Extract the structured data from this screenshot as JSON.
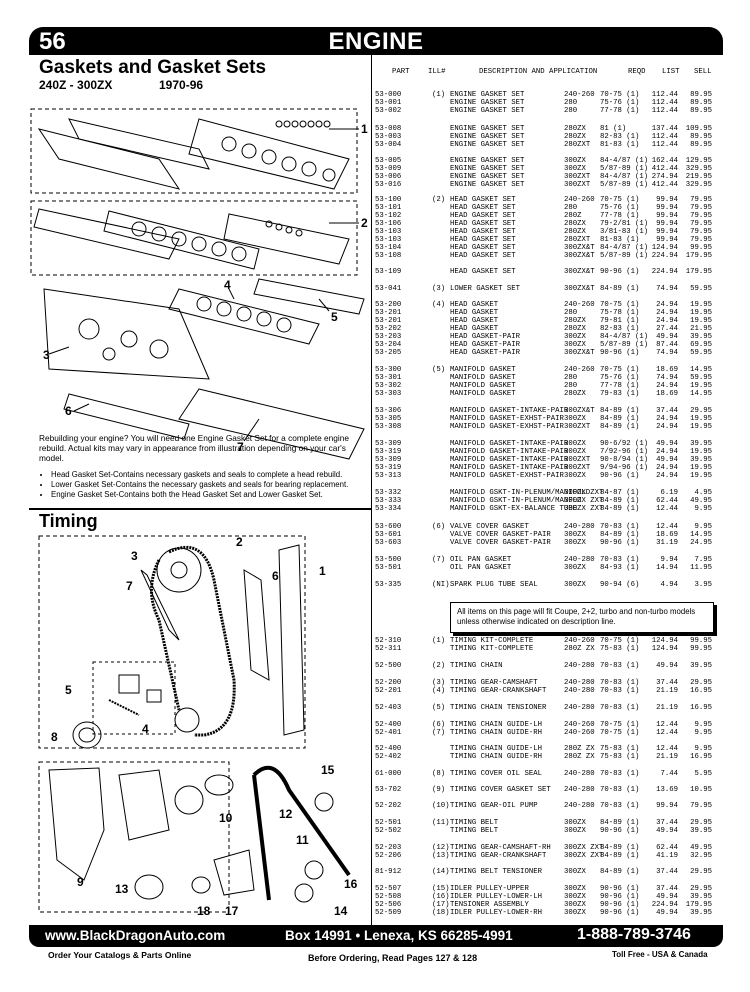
{
  "header": {
    "page_number": "56",
    "section": "ENGINE"
  },
  "gaskets": {
    "title": "Gaskets and Gasket Sets",
    "models": "240Z - 300ZX",
    "years": "1970-96",
    "callouts": [
      "1",
      "2",
      "3",
      "4",
      "5",
      "6",
      "7"
    ],
    "intro": "Rebuilding your engine? You will need one Engine Gasket Set for a complete engine rebuild. Actual kits may vary in appearance from illustration depending on your car's model.",
    "bullets": [
      "Head Gasket Set-Contains necessary gaskets and seals to complete a head rebuild.",
      "Lower Gasket Set-Contains the necessary gaskets and seals for bearing replacement.",
      "Engine Gasket Set-Contains both the Head Gasket Set and Lower Gasket Set."
    ]
  },
  "timing": {
    "title": "Timing",
    "callouts": [
      "1",
      "2",
      "3",
      "4",
      "5",
      "6",
      "7",
      "8",
      "9",
      "10",
      "11",
      "12",
      "13",
      "14",
      "15",
      "16",
      "17",
      "18"
    ]
  },
  "table": {
    "headers": {
      "part": "PART",
      "ill": "ILL#",
      "desc": "DESCRIPTION AND APPLICATION",
      "req": "REQD",
      "list": "LIST",
      "sell": "SELL"
    },
    "rows": [
      {
        "part": "53-000",
        "ill": "(1)",
        "desc": "ENGINE GASKET SET",
        "app": "240-260",
        "req": "70-75 (1)",
        "list": "112.44",
        "sell": "89.95"
      },
      {
        "part": "53-001",
        "ill": "",
        "desc": "ENGINE GASKET SET",
        "app": "280",
        "req": "75-76 (1)",
        "list": "112.44",
        "sell": "89.95"
      },
      {
        "part": "53-002",
        "ill": "",
        "desc": "ENGINE GASKET SET",
        "app": "280",
        "req": "77-78 (1)",
        "list": "112.44",
        "sell": "89.95"
      },
      {
        "part": "53-008",
        "ill": "",
        "desc": "ENGINE GASKET SET",
        "app": "280ZX",
        "req": "81 (1)",
        "list": "137.44",
        "sell": "109.95"
      },
      {
        "part": "53-003",
        "ill": "",
        "desc": "ENGINE GASKET SET",
        "app": "280ZX",
        "req": "82-83 (1)",
        "list": "112.44",
        "sell": "89.95"
      },
      {
        "part": "53-004",
        "ill": "",
        "desc": "ENGINE GASKET SET",
        "app": "280ZXT",
        "req": "81-83 (1)",
        "list": "112.44",
        "sell": "89.95"
      },
      {
        "part": "53-005",
        "ill": "",
        "desc": "ENGINE GASKET SET",
        "app": "300ZX",
        "req": "84-4/87 (1)",
        "list": "162.44",
        "sell": "129.95"
      },
      {
        "part": "53-009",
        "ill": "",
        "desc": "ENGINE GASKET SET",
        "app": "300ZX",
        "req": "5/87-89 (1)",
        "list": "412.44",
        "sell": "329.95"
      },
      {
        "part": "53-006",
        "ill": "",
        "desc": "ENGINE GASKET SET",
        "app": "300ZXT",
        "req": "84-4/87 (1)",
        "list": "274.94",
        "sell": "219.95"
      },
      {
        "part": "53-016",
        "ill": "",
        "desc": "ENGINE GASKET SET",
        "app": "300ZXT",
        "req": "5/87-89 (1)",
        "list": "412.44",
        "sell": "329.95"
      },
      {
        "part": "53-100",
        "ill": "(2)",
        "desc": "HEAD GASKET SET",
        "app": "240-260",
        "req": "70-75 (1)",
        "list": "99.94",
        "sell": "79.95"
      },
      {
        "part": "53-101",
        "ill": "",
        "desc": "HEAD GASKET SET",
        "app": "280",
        "req": "75-76 (1)",
        "list": "99.94",
        "sell": "79.95"
      },
      {
        "part": "53-102",
        "ill": "",
        "desc": "HEAD GASKET SET",
        "app": "280Z",
        "req": "77-78 (1)",
        "list": "99.94",
        "sell": "79.95"
      },
      {
        "part": "53-106",
        "ill": "",
        "desc": "HEAD GASKET SET",
        "app": "280ZX",
        "req": "79-2/81 (1)",
        "list": "99.94",
        "sell": "79.95"
      },
      {
        "part": "53-103",
        "ill": "",
        "desc": "HEAD GASKET SET",
        "app": "280ZX",
        "req": "3/81-83 (1)",
        "list": "99.94",
        "sell": "79.95"
      },
      {
        "part": "53-103",
        "ill": "",
        "desc": "HEAD GASKET SET",
        "app": "280ZXT",
        "req": "81-83 (1)",
        "list": "99.94",
        "sell": "79.95"
      },
      {
        "part": "53-104",
        "ill": "",
        "desc": "HEAD GASKET SET",
        "app": "300ZX&T",
        "req": "84-4/87 (1)",
        "list": "124.94",
        "sell": "99.95"
      },
      {
        "part": "53-108",
        "ill": "",
        "desc": "HEAD GASKET SET",
        "app": "300ZX&T",
        "req": "5/87-89 (1)",
        "list": "224.94",
        "sell": "179.95"
      },
      {
        "part": "53-109",
        "ill": "",
        "desc": "HEAD GASKET SET",
        "app": "300ZX&T",
        "req": "90-96 (1)",
        "list": "224.94",
        "sell": "179.95"
      },
      {
        "part": "53-041",
        "ill": "(3)",
        "desc": "LOWER GASKET SET",
        "app": "300ZX&T",
        "req": "84-89 (1)",
        "list": "74.94",
        "sell": "59.95"
      },
      {
        "part": "53-200",
        "ill": "(4)",
        "desc": "HEAD GASKET",
        "app": "240-260",
        "req": "70-75 (1)",
        "list": "24.94",
        "sell": "19.95"
      },
      {
        "part": "53-201",
        "ill": "",
        "desc": "HEAD GASKET",
        "app": "280",
        "req": "75-78 (1)",
        "list": "24.94",
        "sell": "19.95"
      },
      {
        "part": "53-201",
        "ill": "",
        "desc": "HEAD GASKET",
        "app": "280ZX",
        "req": "79-81 (1)",
        "list": "24.94",
        "sell": "19.95"
      },
      {
        "part": "53-202",
        "ill": "",
        "desc": "HEAD GASKET",
        "app": "280ZX",
        "req": "82-83 (1)",
        "list": "27.44",
        "sell": "21.95"
      },
      {
        "part": "53-203",
        "ill": "",
        "desc": "HEAD GASKET-PAIR",
        "app": "300ZX",
        "req": "84-4/87 (1)",
        "list": "49.94",
        "sell": "39.95"
      },
      {
        "part": "53-204",
        "ill": "",
        "desc": "HEAD GASKET-PAIR",
        "app": "300ZX",
        "req": "5/87-89 (1)",
        "list": "87.44",
        "sell": "69.95"
      },
      {
        "part": "53-205",
        "ill": "",
        "desc": "HEAD GASKET-PAIR",
        "app": "300ZX&T",
        "req": "90-96 (1)",
        "list": "74.94",
        "sell": "59.95"
      },
      {
        "part": "53-300",
        "ill": "(5)",
        "desc": "MANIFOLD GASKET",
        "app": "240-260",
        "req": "70-75 (1)",
        "list": "18.69",
        "sell": "14.95"
      },
      {
        "part": "53-301",
        "ill": "",
        "desc": "MANIFOLD GASKET",
        "app": "280",
        "req": "75-76 (1)",
        "list": "74.94",
        "sell": "59.95"
      },
      {
        "part": "53-302",
        "ill": "",
        "desc": "MANIFOLD GASKET",
        "app": "280",
        "req": "77-78 (1)",
        "list": "24.94",
        "sell": "19.95"
      },
      {
        "part": "53-303",
        "ill": "",
        "desc": "MANIFOLD GASKET",
        "app": "280ZX",
        "req": "79-83 (1)",
        "list": "18.69",
        "sell": "14.95"
      },
      {
        "part": "53-306",
        "ill": "",
        "desc": "MANIFOLD GASKET-INTAKE-PAIR",
        "app": "300ZX&T",
        "req": "84-89 (1)",
        "list": "37.44",
        "sell": "29.95"
      },
      {
        "part": "53-305",
        "ill": "",
        "desc": "MANIFOLD GASKET-EXHST-PAIR",
        "app": "300ZX",
        "req": "84-89 (1)",
        "list": "24.94",
        "sell": "19.95"
      },
      {
        "part": "53-308",
        "ill": "",
        "desc": "MANIFOLD GASKET-EXHST-PAIR",
        "app": "300ZXT",
        "req": "84-89 (1)",
        "list": "24.94",
        "sell": "19.95"
      },
      {
        "part": "53-309",
        "ill": "",
        "desc": "MANIFOLD GASKET-INTAKE-PAIR",
        "app": "300ZX",
        "req": "90-6/92 (1)",
        "list": "49.94",
        "sell": "39.95"
      },
      {
        "part": "53-319",
        "ill": "",
        "desc": "MANIFOLD GASKET-INTAKE-PAIR",
        "app": "300ZX",
        "req": "7/92-96 (1)",
        "list": "24.94",
        "sell": "19.95"
      },
      {
        "part": "53-309",
        "ill": "",
        "desc": "MANIFOLD GASKET-INTAKE-PAIR",
        "app": "300ZXT",
        "req": "90-8/94 (1)",
        "list": "49.94",
        "sell": "39.95"
      },
      {
        "part": "53-319",
        "ill": "",
        "desc": "MANIFOLD GASKET-INTAKE-PAIR",
        "app": "300ZXT",
        "req": "9/94-96 (1)",
        "list": "24.94",
        "sell": "19.95"
      },
      {
        "part": "53-313",
        "ill": "",
        "desc": "MANIFOLD GASKET-EXHST-PAIR",
        "app": "300ZX",
        "req": "90-96 (1)",
        "list": "24.94",
        "sell": "19.95"
      },
      {
        "part": "53-332",
        "ill": "",
        "desc": "MANIFOLD GSKT-IN-PLENUM/MANIFOLD",
        "app": "300ZX ZXT",
        "req": "84-87 (1)",
        "list": "6.19",
        "sell": "4.95"
      },
      {
        "part": "53-333",
        "ill": "",
        "desc": "MANIFOLD GSKT-IN-PLENUM/MANFLD",
        "app": "300ZX ZXT",
        "req": "84-89 (1)",
        "list": "62.44",
        "sell": "49.95"
      },
      {
        "part": "53-334",
        "ill": "",
        "desc": "MANIFOLD GSKT-EX-BALANCE TUBE",
        "app": "300ZX ZXT",
        "req": "84-89 (1)",
        "list": "12.44",
        "sell": "9.95"
      },
      {
        "part": "53-600",
        "ill": "(6)",
        "desc": "VALVE COVER GASKET",
        "app": "240-280",
        "req": "70-83 (1)",
        "list": "12.44",
        "sell": "9.95"
      },
      {
        "part": "53-601",
        "ill": "",
        "desc": "VALVE COVER GASKET-PAIR",
        "app": "300ZX",
        "req": "84-89 (1)",
        "list": "18.69",
        "sell": "14.95"
      },
      {
        "part": "53-603",
        "ill": "",
        "desc": "VALVE COVER GASKET-PAIR",
        "app": "300ZX",
        "req": "90-96 (1)",
        "list": "31.19",
        "sell": "24.95"
      },
      {
        "part": "53-500",
        "ill": "(7)",
        "desc": "OIL PAN GASKET",
        "app": "240-280",
        "req": "70-83 (1)",
        "list": "9.94",
        "sell": "7.95"
      },
      {
        "part": "53-501",
        "ill": "",
        "desc": "OIL PAN GASKET",
        "app": "300ZX",
        "req": "84-93 (1)",
        "list": "14.94",
        "sell": "11.95"
      },
      {
        "part": "53-335",
        "ill": "(NI)",
        "desc": "SPARK PLUG TUBE SEAL",
        "app": "300ZX",
        "req": "90-94 (6)",
        "list": "4.94",
        "sell": "3.95"
      },
      {
        "part": "52-310",
        "ill": "(1)",
        "desc": "TIMING KIT-COMPLETE",
        "app": "240-260",
        "req": "70-75 (1)",
        "list": "124.94",
        "sell": "99.95"
      },
      {
        "part": "52-311",
        "ill": "",
        "desc": "TIMING KIT-COMPLETE",
        "app": "280Z ZX",
        "req": "75-83 (1)",
        "list": "124.94",
        "sell": "99.95"
      },
      {
        "part": "52-500",
        "ill": "(2)",
        "desc": "TIMING CHAIN",
        "app": "240-280",
        "req": "70-83 (1)",
        "list": "49.94",
        "sell": "39.95"
      },
      {
        "part": "52-200",
        "ill": "(3)",
        "desc": "TIMING GEAR-CAMSHAFT",
        "app": "240-280",
        "req": "70-83 (1)",
        "list": "37.44",
        "sell": "29.95"
      },
      {
        "part": "52-201",
        "ill": "(4)",
        "desc": "TIMING GEAR-CRANKSHAFT",
        "app": "240-280",
        "req": "70-83 (1)",
        "list": "21.19",
        "sell": "16.95"
      },
      {
        "part": "52-403",
        "ill": "(5)",
        "desc": "TIMING CHAIN TENSIONER",
        "app": "240-280",
        "req": "70-83 (1)",
        "list": "21.19",
        "sell": "16.95"
      },
      {
        "part": "52-400",
        "ill": "(6)",
        "desc": "TIMING CHAIN GUIDE-LH",
        "app": "240-260",
        "req": "70-75 (1)",
        "list": "12.44",
        "sell": "9.95"
      },
      {
        "part": "52-401",
        "ill": "(7)",
        "desc": "TIMING CHAIN GUIDE-RH",
        "app": "240-260",
        "req": "70-75 (1)",
        "list": "12.44",
        "sell": "9.95"
      },
      {
        "part": "52-400",
        "ill": "",
        "desc": "TIMING CHAIN GUIDE-LH",
        "app": "280Z ZX",
        "req": "75-83 (1)",
        "list": "12.44",
        "sell": "9.95"
      },
      {
        "part": "52-402",
        "ill": "",
        "desc": "TIMING CHAIN GUIDE-RH",
        "app": "280Z ZX",
        "req": "75-83 (1)",
        "list": "21.19",
        "sell": "16.95"
      },
      {
        "part": "61-000",
        "ill": "(8)",
        "desc": "TIMING COVER OIL SEAL",
        "app": "240-280",
        "req": "70-83 (1)",
        "list": "7.44",
        "sell": "5.95"
      },
      {
        "part": "53-702",
        "ill": "(9)",
        "desc": "TIMING COVER GASKET SET",
        "app": "240-280",
        "req": "70-83 (1)",
        "list": "13.69",
        "sell": "10.95"
      },
      {
        "part": "52-202",
        "ill": "(10)",
        "desc": "TIMING GEAR-OIL PUMP",
        "app": "240-280",
        "req": "70-83 (1)",
        "list": "99.94",
        "sell": "79.95"
      },
      {
        "part": "52-501",
        "ill": "(11)",
        "desc": "TIMING BELT",
        "app": "300ZX",
        "req": "84-89 (1)",
        "list": "37.44",
        "sell": "29.95"
      },
      {
        "part": "52-502",
        "ill": "",
        "desc": "TIMING BELT",
        "app": "300ZX",
        "req": "90-96 (1)",
        "list": "49.94",
        "sell": "39.95"
      },
      {
        "part": "52-203",
        "ill": "(12)",
        "desc": "TIMING GEAR-CAMSHAFT-RH",
        "app": "300ZX ZXT",
        "req": "84-89 (1)",
        "list": "62.44",
        "sell": "49.95"
      },
      {
        "part": "52-206",
        "ill": "(13)",
        "desc": "TIMING GEAR-CRANKSHAFT",
        "app": "300ZX ZXT",
        "req": "84-89 (1)",
        "list": "41.19",
        "sell": "32.95"
      },
      {
        "part": "81-912",
        "ill": "(14)",
        "desc": "TIMING BELT TENSIONER",
        "app": "300ZX",
        "req": "84-89 (1)",
        "list": "37.44",
        "sell": "29.95"
      },
      {
        "part": "52-507",
        "ill": "(15)",
        "desc": "IDLER PULLEY-UPPER",
        "app": "300ZX",
        "req": "90-96 (1)",
        "list": "37.44",
        "sell": "29.95"
      },
      {
        "part": "52-508",
        "ill": "(16)",
        "desc": "IDLER PULLEY-LOWER-LH",
        "app": "300ZX",
        "req": "90-96 (1)",
        "list": "49.94",
        "sell": "39.95"
      },
      {
        "part": "52-506",
        "ill": "(17)",
        "desc": "TENSIONER ASSEMBLY",
        "app": "300ZX",
        "req": "90-96 (1)",
        "list": "224.94",
        "sell": "179.95"
      },
      {
        "part": "52-509",
        "ill": "(18)",
        "desc": "IDLER PULLEY-LOWER-RH",
        "app": "300ZX",
        "req": "90-96 (1)",
        "list": "49.94",
        "sell": "39.95"
      }
    ]
  },
  "notice": "All items on this page will fit Coupe, 2+2, turbo and non-turbo models unless otherwise indicated on description line.",
  "footer": {
    "website": "www.BlackDragonAuto.com",
    "address": "Box 14991 • Lenexa, KS  66285-4991",
    "phone": "1-888-789-3746",
    "order_note": "Order Your Catalogs & Parts Online",
    "before_ordering": "Before Ordering, Read Pages 127 & 128",
    "tollfree": "Toll Free - USA & Canada"
  }
}
